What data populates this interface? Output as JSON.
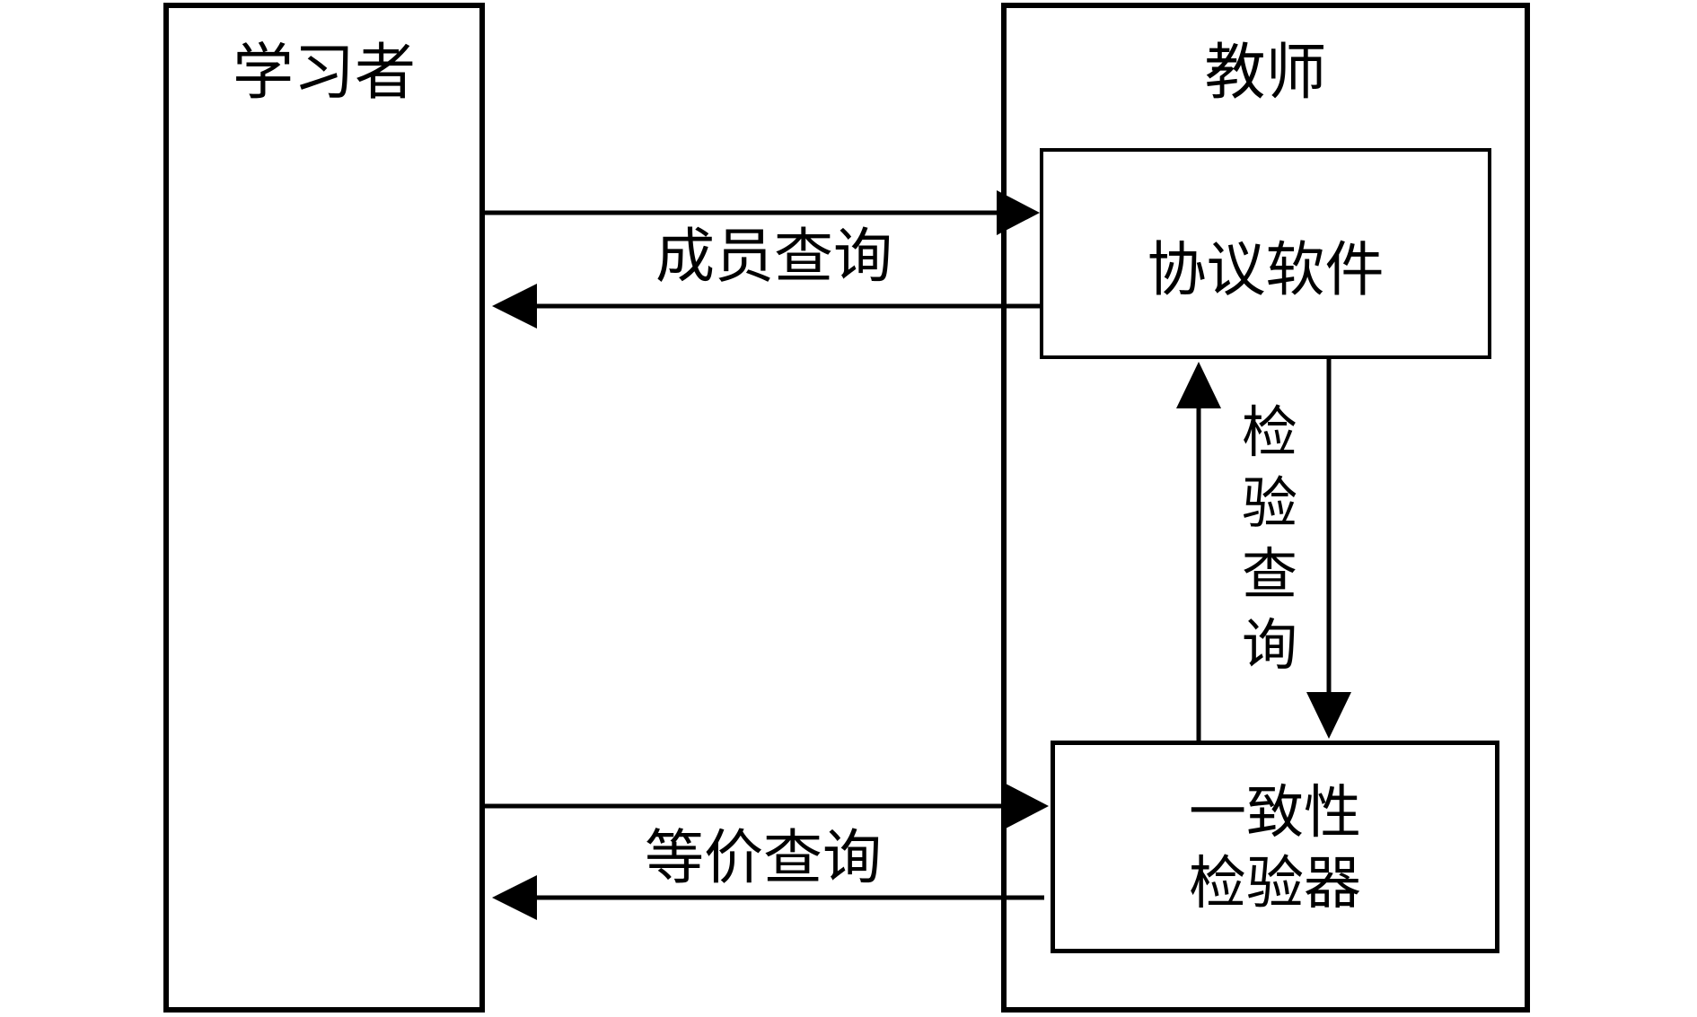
{
  "diagram": {
    "learner_box": {
      "label": "学习者"
    },
    "teacher_box": {
      "label": "教师"
    },
    "protocol_box": {
      "label": "协议软件"
    },
    "checker_box": {
      "line1": "一致性",
      "line2": "检验器",
      "full_label": "一致性检验器"
    },
    "arrows": {
      "membership_query_label": "成员查询",
      "equivalence_query_label": "等价查询",
      "check_query_label": "检验查询"
    },
    "colors": {
      "line": "#000000",
      "background": "#ffffff"
    }
  }
}
